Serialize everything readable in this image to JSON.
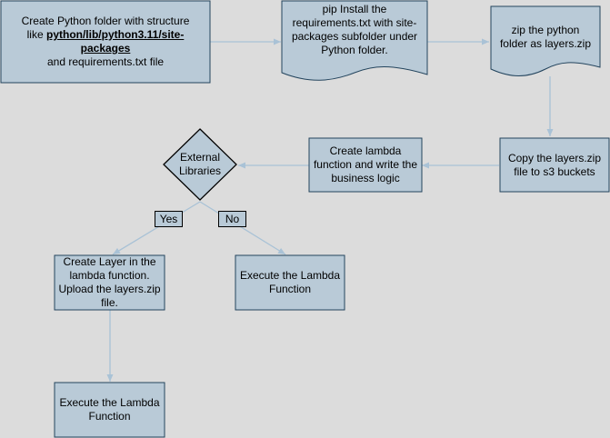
{
  "colors": {
    "background": "#dcdcdc",
    "node_fill": "#b9cad7",
    "node_stroke": "#23445d",
    "arrow": "#a9c2d6"
  },
  "nodes": {
    "create_folder": {
      "line1": "Create Python folder with structure",
      "line2_prefix": "like ",
      "line2_path": "python/lib/python3.11/site-packages",
      "line3": "and requirements.txt file"
    },
    "pip_install": {
      "text": "pip Install the requirements.txt with site-packages subfolder under Python folder."
    },
    "zip_folder": {
      "text": "zip the python folder as layers.zip"
    },
    "copy_s3": {
      "text": "Copy the layers.zip file to s3 buckets"
    },
    "create_lambda": {
      "text": "Create lambda function and write the business logic"
    },
    "decision": {
      "text": "External Libraries"
    },
    "create_layer": {
      "text": "Create Layer in the lambda function. Upload the layers.zip file."
    },
    "execute_no": {
      "text": "Execute the Lambda Function"
    },
    "execute_yes": {
      "text": "Execute the Lambda Function"
    }
  },
  "edge_labels": {
    "yes": "Yes",
    "no": "No"
  }
}
